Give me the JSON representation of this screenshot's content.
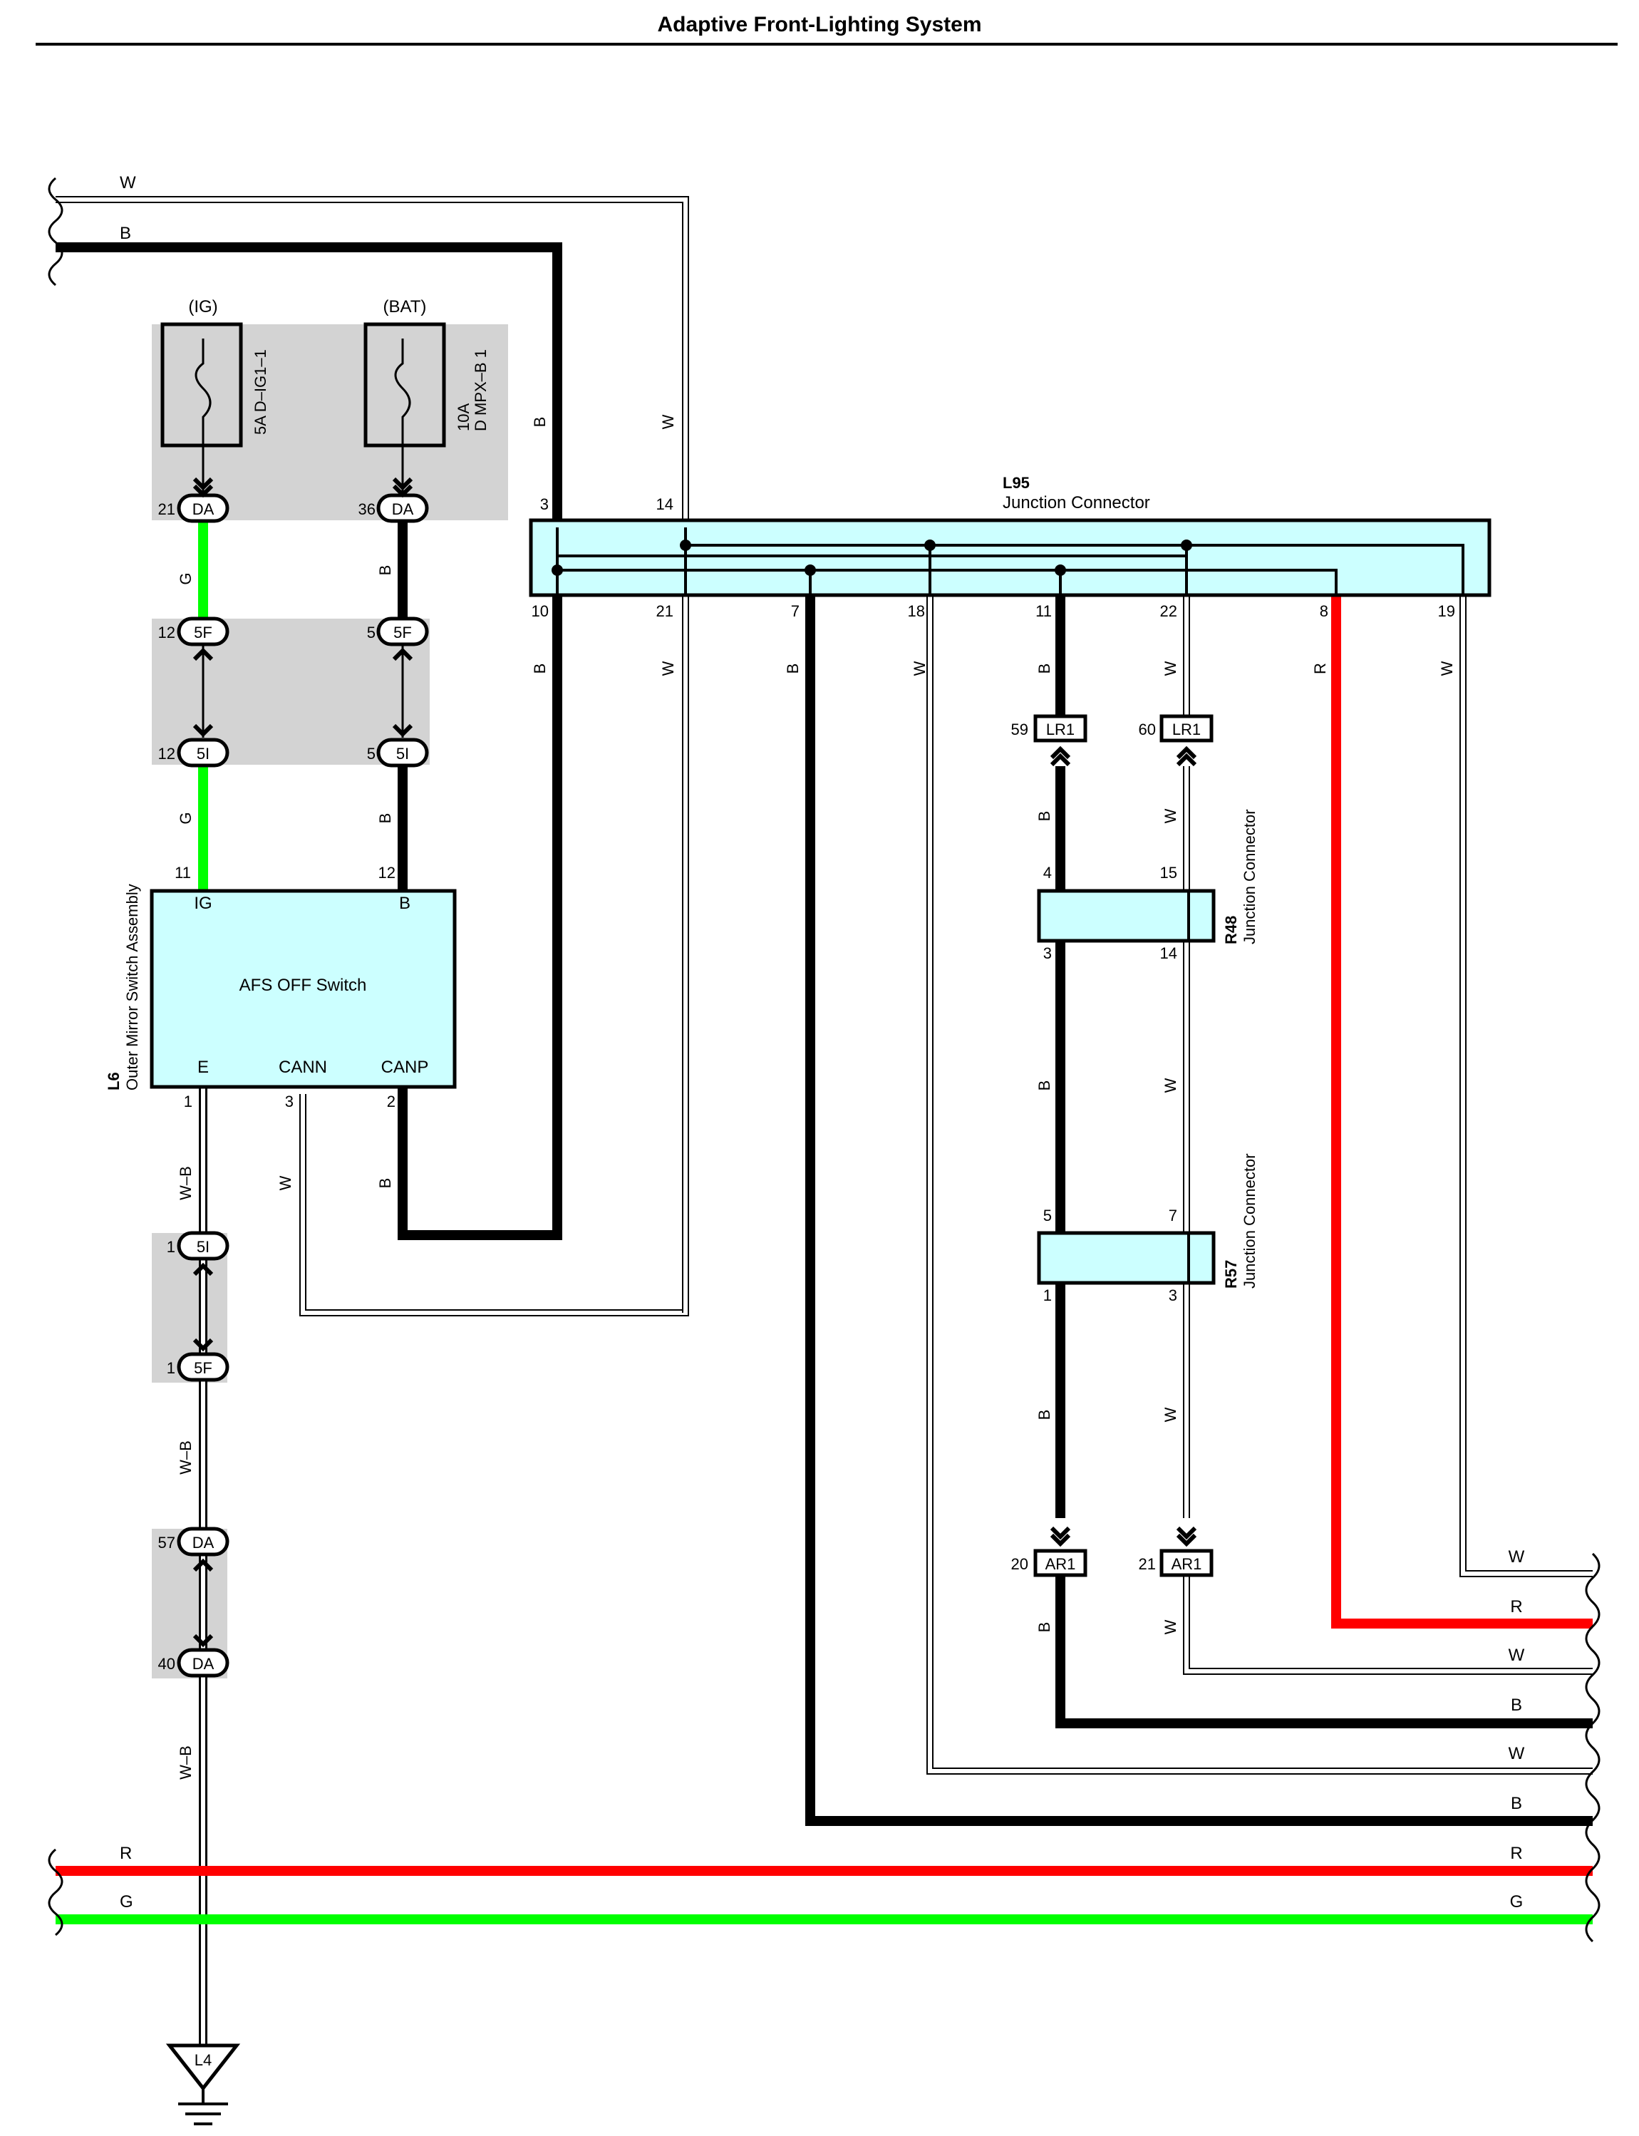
{
  "title": "Adaptive Front-Lighting System",
  "colors": {
    "black": "#000000",
    "white_wire": "#ffffff",
    "red": "#ff0000",
    "green": "#00ff00",
    "component_fill": "#ccffff",
    "connector_group_fill": "#d3d3d3"
  },
  "wire_colors": {
    "W": "W",
    "B": "B",
    "G": "G",
    "R": "R",
    "WB": "W–B"
  },
  "fuses": {
    "ig": {
      "supply": "(IG)",
      "rating": "5A D–IG1–1"
    },
    "bat": {
      "supply": "(BAT)",
      "rating_amp": "10A",
      "rating_name": "D MPX–B 1"
    }
  },
  "connectors": {
    "DA": "DA",
    "F5": "5F",
    "I5": "5I",
    "LR1": "LR1",
    "AR1": "AR1"
  },
  "pins": {
    "p21": "21",
    "p36": "36",
    "p12": "12",
    "p5": "5",
    "p11": "11",
    "p1": "1",
    "p2": "2",
    "p3": "3",
    "p14": "14",
    "p10": "10",
    "p7": "7",
    "p18": "18",
    "p22": "22",
    "p8": "8",
    "p19": "19",
    "p59": "59",
    "p60": "60",
    "p4": "4",
    "p15": "15",
    "p57": "57",
    "p40": "40",
    "p20": "20"
  },
  "components": {
    "l6": {
      "code": "L6",
      "name": "Outer Mirror Switch Assembly",
      "label": "AFS OFF Switch",
      "term_ig": "IG",
      "term_b": "B",
      "term_e": "E",
      "term_cann": "CANN",
      "term_canp": "CANP"
    },
    "l95": {
      "code": "L95",
      "name": "Junction Connector"
    },
    "r48": {
      "code": "R48",
      "name": "Junction Connector"
    },
    "r57": {
      "code": "R57",
      "name": "Junction Connector"
    },
    "l4": {
      "code": "L4"
    }
  }
}
